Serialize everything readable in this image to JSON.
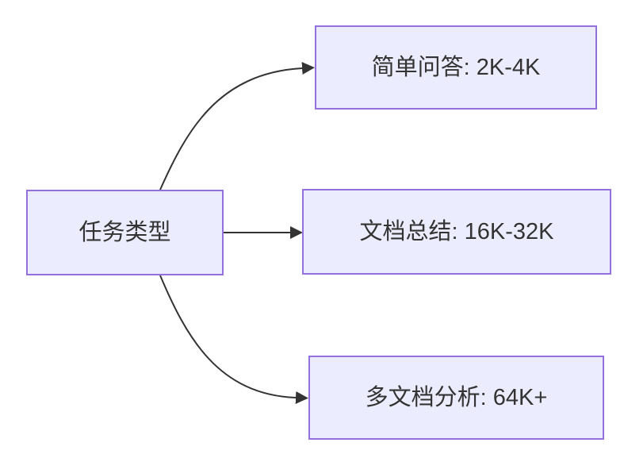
{
  "diagram": {
    "type": "flowchart-left-to-right",
    "root": {
      "label": "任务类型"
    },
    "branches": [
      {
        "label": "简单问答: 2K-4K"
      },
      {
        "label": "文档总结: 16K-32K"
      },
      {
        "label": "多文档分析: 64K+"
      }
    ],
    "edges": [
      {
        "from": "任务类型",
        "to": "简单问答: 2K-4K"
      },
      {
        "from": "任务类型",
        "to": "文档总结: 16K-32K"
      },
      {
        "from": "任务类型",
        "to": "多文档分析: 64K+"
      }
    ],
    "colors": {
      "node_fill": "#ECECFF",
      "node_border": "#9370DB",
      "edge_stroke": "#333333",
      "text": "#333333",
      "background": "#FFFFFF"
    }
  }
}
